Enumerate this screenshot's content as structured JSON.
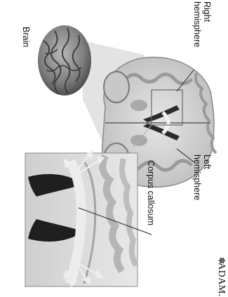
{
  "labels": {
    "brain": "Brain",
    "right_hemisphere": [
      "Right",
      "hemisphere"
    ],
    "left_hemisphere": [
      "Left",
      "hemisphere"
    ],
    "corpus_callosum": "Corpus callosum"
  },
  "logo": {
    "text": "ADAM.",
    "mark": "✽"
  },
  "colors": {
    "background": "#ffffff",
    "tissue_light": "#d9d9d9",
    "tissue_dark": "#9a9a9a",
    "ventricle": "#2a2a2a",
    "projection_cone": "#e3e3e3",
    "leader_lines": "#222222"
  }
}
